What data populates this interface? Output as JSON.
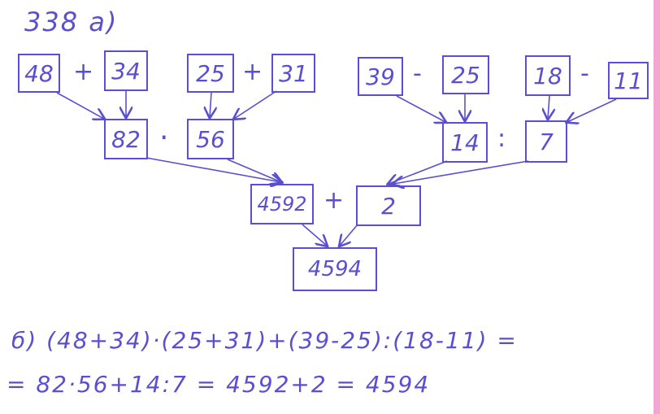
{
  "problem": {
    "label": "338 а)"
  },
  "boxes": {
    "b48": "48",
    "b34": "34",
    "b25a": "25",
    "b31": "31",
    "b39": "39",
    "b25b": "25",
    "b18": "18",
    "b11": "11",
    "b82": "82",
    "b56": "56",
    "b14": "14",
    "b7": "7",
    "b4592": "4592",
    "b2": "2",
    "b4594": "4594"
  },
  "ops": {
    "o1": "+",
    "o2": "+",
    "o3": "-",
    "o4": "-",
    "o5": "·",
    "o6": ":",
    "o7": "+"
  },
  "part_b": {
    "line1": "б) (48+34)·(25+31)+(39-25):(18-11) =",
    "line2": "= 82·56+14:7 = 4592+2 = 4594"
  },
  "colors": {
    "ink": "#5a4fd0",
    "edge": "#f3a6d2"
  }
}
